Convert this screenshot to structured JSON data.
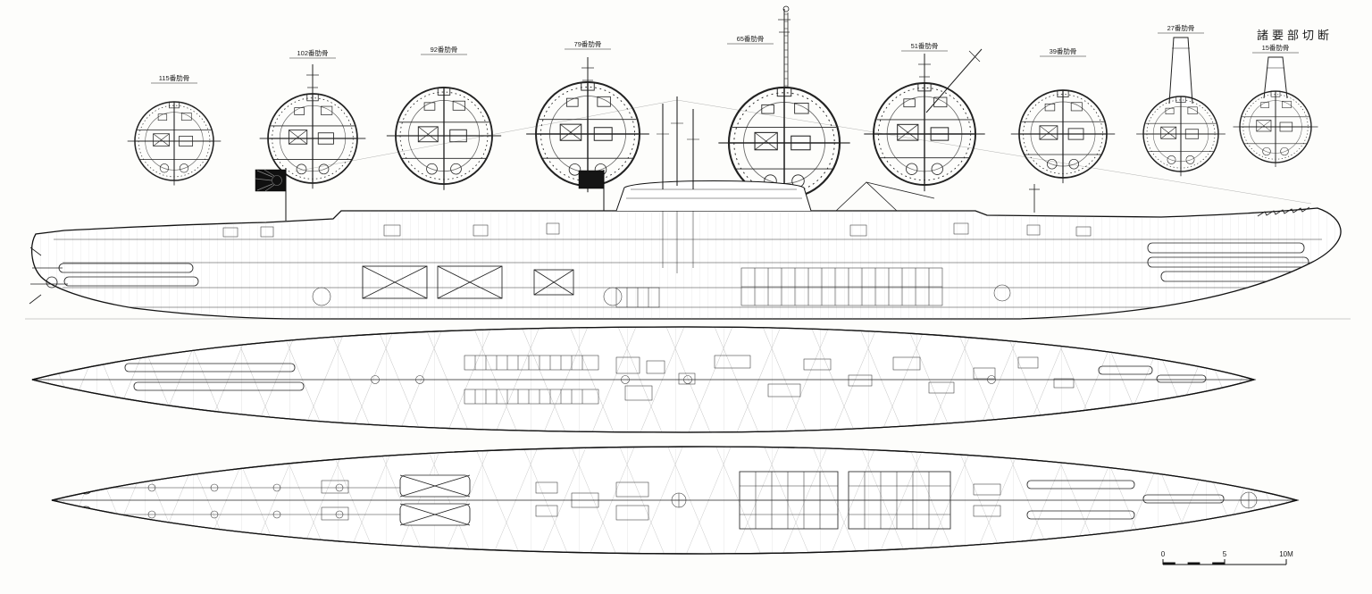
{
  "title": "諸要部切断",
  "sections": [
    {
      "label": "115番肋骨"
    },
    {
      "label": "102番肋骨"
    },
    {
      "label": "92番肋骨"
    },
    {
      "label": "79番肋骨"
    },
    {
      "label": "65番肋骨"
    },
    {
      "label": "51番肋骨"
    },
    {
      "label": "39番肋骨"
    },
    {
      "label": "27番肋骨"
    },
    {
      "label": "15番肋骨"
    }
  ],
  "scale_bar": {
    "zero": "0",
    "five": "5",
    "ten": "10M"
  }
}
